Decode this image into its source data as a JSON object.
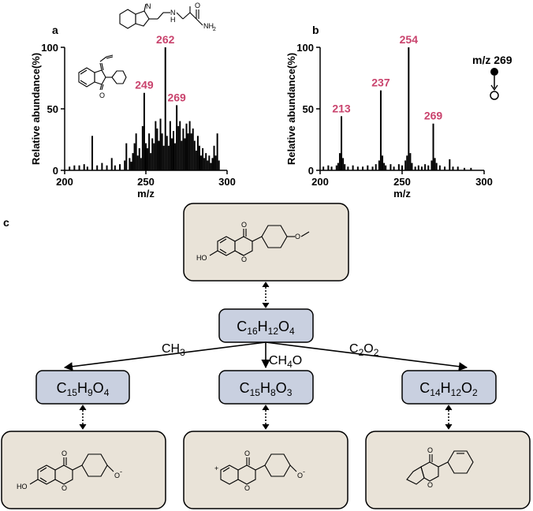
{
  "colors": {
    "peak_label": "#c9436d",
    "formula_box_fill": "#c9d0e0",
    "structure_box_fill": "#e9e3d8",
    "stroke": "#000000"
  },
  "panels": {
    "a": "a",
    "b": "b",
    "c": "c"
  },
  "chart_data": [
    {
      "type": "bar",
      "panel": "a",
      "xlabel": "m/z",
      "ylabel": "Relative abundance(%)",
      "xlim": [
        200,
        300
      ],
      "ylim": [
        0,
        100
      ],
      "xticks": [
        200,
        250,
        300
      ],
      "yticks": [
        0,
        50,
        100
      ],
      "peaks": [
        [
          203,
          3
        ],
        [
          206,
          4
        ],
        [
          209,
          4
        ],
        [
          212,
          5
        ],
        [
          214,
          3
        ],
        [
          217,
          28
        ],
        [
          220,
          4
        ],
        [
          223,
          6
        ],
        [
          226,
          4
        ],
        [
          229,
          10
        ],
        [
          231,
          4
        ],
        [
          234,
          5
        ],
        [
          237,
          8
        ],
        [
          238,
          22
        ],
        [
          240,
          10
        ],
        [
          241,
          7
        ],
        [
          242,
          14
        ],
        [
          243,
          22
        ],
        [
          244,
          30
        ],
        [
          245,
          12
        ],
        [
          246,
          18
        ],
        [
          247,
          10
        ],
        [
          248,
          36
        ],
        [
          249,
          63
        ],
        [
          250,
          22
        ],
        [
          251,
          18
        ],
        [
          252,
          30
        ],
        [
          253,
          14
        ],
        [
          254,
          26
        ],
        [
          255,
          22
        ],
        [
          256,
          40
        ],
        [
          257,
          34
        ],
        [
          258,
          24
        ],
        [
          259,
          42
        ],
        [
          260,
          30
        ],
        [
          261,
          20
        ],
        [
          262,
          100
        ],
        [
          263,
          28
        ],
        [
          264,
          20
        ],
        [
          265,
          40
        ],
        [
          266,
          26
        ],
        [
          267,
          32
        ],
        [
          268,
          22
        ],
        [
          269,
          53
        ],
        [
          270,
          36
        ],
        [
          271,
          40
        ],
        [
          272,
          24
        ],
        [
          273,
          34
        ],
        [
          274,
          26
        ],
        [
          275,
          38
        ],
        [
          276,
          30
        ],
        [
          277,
          40
        ],
        [
          278,
          30
        ],
        [
          279,
          34
        ],
        [
          280,
          24
        ],
        [
          281,
          16
        ],
        [
          282,
          28
        ],
        [
          283,
          20
        ],
        [
          284,
          12
        ],
        [
          285,
          18
        ],
        [
          286,
          10
        ],
        [
          287,
          14
        ],
        [
          288,
          8
        ],
        [
          289,
          12
        ],
        [
          290,
          6
        ],
        [
          291,
          10
        ],
        [
          292,
          20
        ],
        [
          293,
          12
        ],
        [
          294,
          30
        ],
        [
          295,
          8
        ]
      ],
      "labels": [
        {
          "x": 249,
          "y": 63,
          "text": "249"
        },
        {
          "x": 262,
          "y": 100,
          "text": "262"
        },
        {
          "x": 269,
          "y": 53,
          "text": "269"
        }
      ]
    },
    {
      "type": "bar",
      "panel": "b",
      "xlabel": "m/z",
      "ylabel": "Relative abundance(%)",
      "xlim": [
        200,
        300
      ],
      "ylim": [
        0,
        100
      ],
      "xticks": [
        200,
        250,
        300
      ],
      "yticks": [
        0,
        50,
        100
      ],
      "peaks": [
        [
          202,
          3
        ],
        [
          205,
          4
        ],
        [
          207,
          3
        ],
        [
          210,
          4
        ],
        [
          211,
          6
        ],
        [
          212,
          14
        ],
        [
          213,
          44
        ],
        [
          214,
          10
        ],
        [
          215,
          5
        ],
        [
          217,
          3
        ],
        [
          220,
          4
        ],
        [
          223,
          3
        ],
        [
          226,
          3
        ],
        [
          229,
          4
        ],
        [
          232,
          3
        ],
        [
          234,
          5
        ],
        [
          236,
          8
        ],
        [
          237,
          65
        ],
        [
          238,
          12
        ],
        [
          239,
          6
        ],
        [
          240,
          4
        ],
        [
          243,
          5
        ],
        [
          245,
          3
        ],
        [
          248,
          5
        ],
        [
          250,
          4
        ],
        [
          252,
          8
        ],
        [
          253,
          12
        ],
        [
          254,
          100
        ],
        [
          255,
          14
        ],
        [
          256,
          6
        ],
        [
          258,
          3
        ],
        [
          260,
          4
        ],
        [
          262,
          3
        ],
        [
          264,
          5
        ],
        [
          266,
          4
        ],
        [
          268,
          8
        ],
        [
          269,
          38
        ],
        [
          270,
          10
        ],
        [
          271,
          6
        ],
        [
          273,
          4
        ],
        [
          276,
          3
        ],
        [
          279,
          9
        ],
        [
          281,
          3
        ],
        [
          284,
          3
        ],
        [
          288,
          2
        ],
        [
          292,
          2
        ]
      ],
      "labels": [
        {
          "x": 213,
          "y": 44,
          "text": "213"
        },
        {
          "x": 237,
          "y": 65,
          "text": "237"
        },
        {
          "x": 254,
          "y": 100,
          "text": "254"
        },
        {
          "x": 269,
          "y": 38,
          "text": "269"
        }
      ]
    }
  ],
  "legend_b": {
    "text": "m/z 269"
  },
  "structures": {
    "hydroxy": "HO",
    "amide": "NH",
    "amide_sub": "2",
    "amine_n": "N",
    "amine_h": "H",
    "indole_n": "N",
    "carbonyl_o": "O",
    "ring_o": "O",
    "phenoxide_o": "O",
    "minus": "-",
    "cation": "+"
  },
  "scheme": {
    "parent": {
      "parts": [
        [
          "C",
          ""
        ],
        [
          "16",
          "sub"
        ],
        [
          "H",
          ""
        ],
        [
          "12",
          "sub"
        ],
        [
          "O",
          ""
        ],
        [
          "4",
          "sub"
        ]
      ]
    },
    "left": {
      "parts": [
        [
          "C",
          ""
        ],
        [
          "15",
          "sub"
        ],
        [
          "H",
          ""
        ],
        [
          "9",
          "sub"
        ],
        [
          "O",
          ""
        ],
        [
          "4",
          "sub"
        ]
      ]
    },
    "middle": {
      "parts": [
        [
          "C",
          ""
        ],
        [
          "15",
          "sub"
        ],
        [
          "H",
          ""
        ],
        [
          "8",
          "sub"
        ],
        [
          "O",
          ""
        ],
        [
          "3",
          "sub"
        ]
      ]
    },
    "right": {
      "parts": [
        [
          "C",
          ""
        ],
        [
          "14",
          "sub"
        ],
        [
          "H",
          ""
        ],
        [
          "12",
          "sub"
        ],
        [
          "O",
          ""
        ],
        [
          "2",
          "sub"
        ]
      ]
    },
    "loss_left": {
      "parts": [
        [
          "CH",
          ""
        ],
        [
          "3",
          "sub"
        ]
      ]
    },
    "loss_middle": {
      "parts": [
        [
          "CH",
          ""
        ],
        [
          "4",
          "sub"
        ],
        [
          "O",
          ""
        ]
      ]
    },
    "loss_right": {
      "parts": [
        [
          "C",
          ""
        ],
        [
          "2",
          "sub"
        ],
        [
          "O",
          ""
        ],
        [
          "2",
          "sub"
        ]
      ]
    }
  }
}
